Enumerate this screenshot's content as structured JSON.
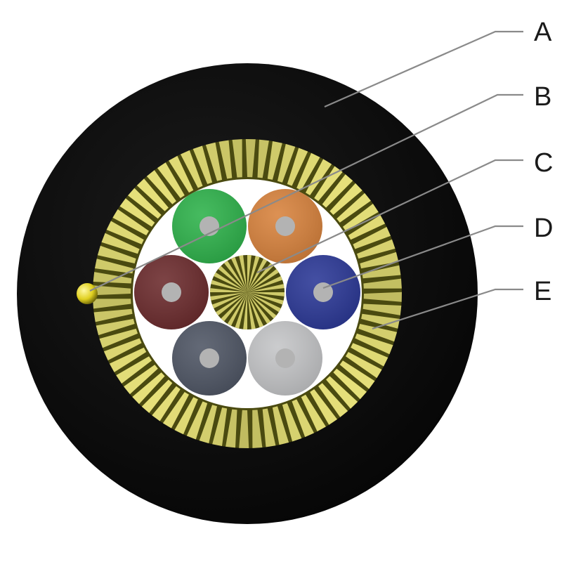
{
  "diagram": {
    "callouts": [
      {
        "id": "a",
        "label": "A"
      },
      {
        "id": "b",
        "label": "B"
      },
      {
        "id": "c",
        "label": "C"
      },
      {
        "id": "d",
        "label": "D"
      },
      {
        "id": "e",
        "label": "E"
      }
    ],
    "tubes": [
      {
        "id": "green",
        "color": "#2db24a"
      },
      {
        "id": "orange",
        "color": "#d8823c"
      },
      {
        "id": "brown",
        "color": "#6b2a2c"
      },
      {
        "id": "blue",
        "color": "#2a3796"
      },
      {
        "id": "slate",
        "color": "#4e5564"
      },
      {
        "id": "light-gray",
        "color": "#c4c5c7"
      }
    ],
    "colors": {
      "sheath": "#111111",
      "armor_dark": "#4a4a10",
      "armor_light": "#e6e07a",
      "core_fill": "#ffffff",
      "fiber_center": "#b3b3b3",
      "rip_cord": "#f0e020"
    }
  }
}
